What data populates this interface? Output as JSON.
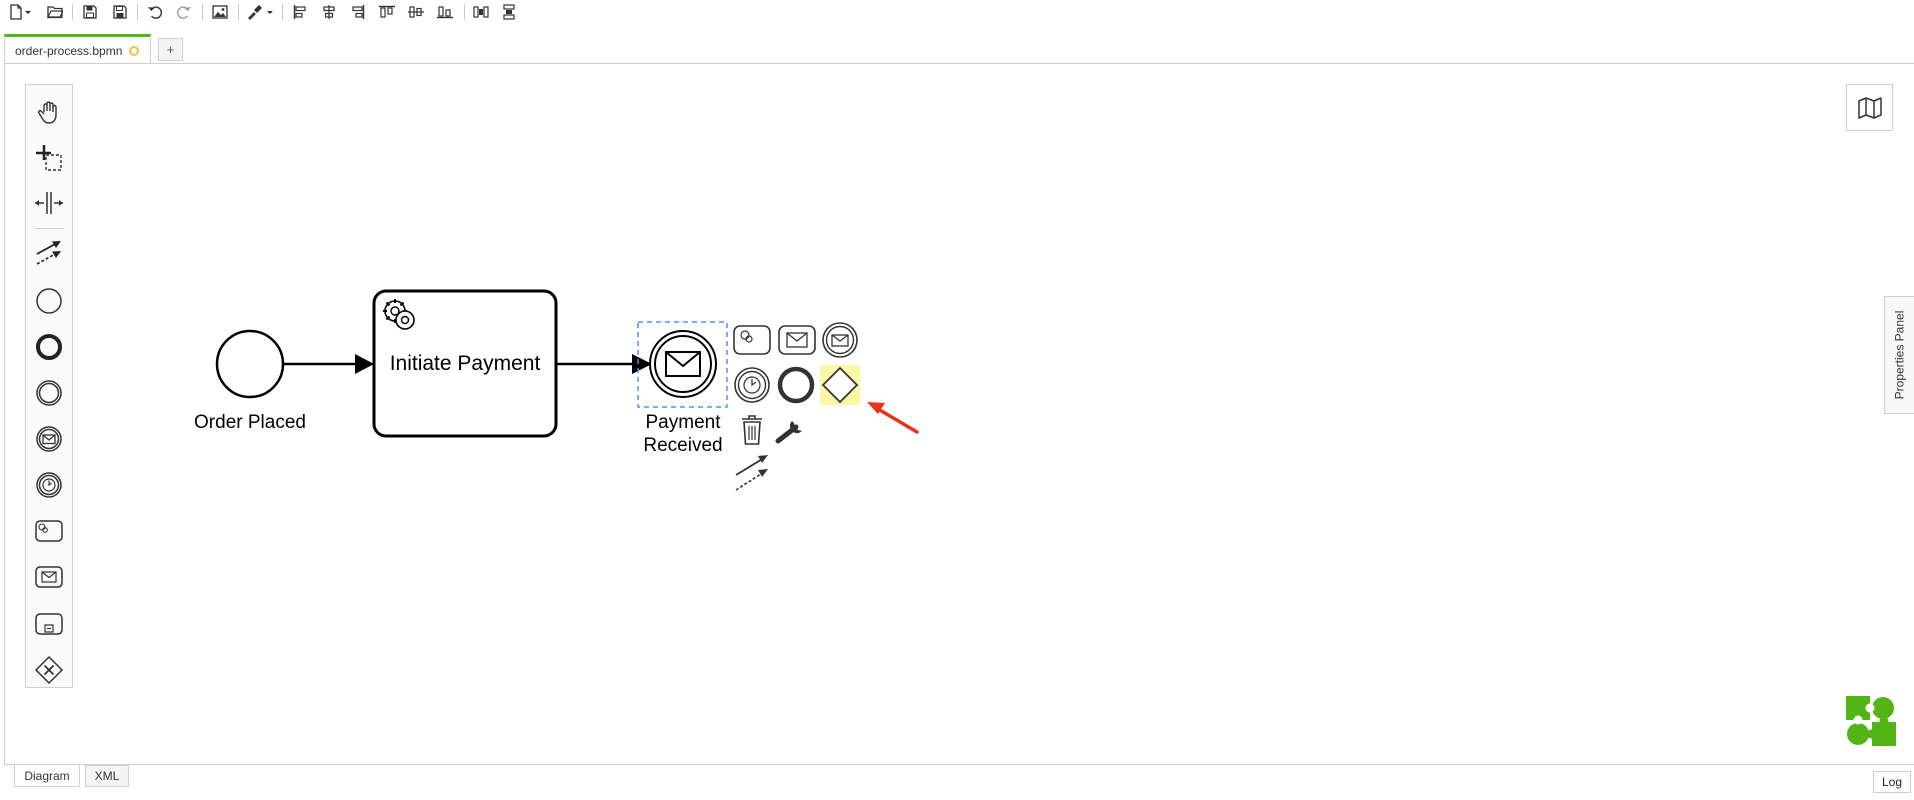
{
  "toolbar": {
    "items": [
      "new-file-icon",
      "open-folder-icon",
      "save-icon",
      "save-as-icon",
      "undo-icon",
      "redo-icon",
      "export-image-icon",
      "color-picker-icon",
      "align-left-icon",
      "align-center-icon",
      "align-right-icon",
      "align-top-icon",
      "align-middle-icon",
      "align-bottom-icon",
      "distribute-horizontal-icon",
      "distribute-vertical-icon"
    ]
  },
  "tabs": [
    {
      "label": "order-process.bpmn",
      "active": true,
      "unsaved": true
    }
  ],
  "tab_add_label": "+",
  "palette": {
    "tools": [
      "hand-tool",
      "lasso-tool",
      "space-tool",
      "global-connect-tool",
      "create-start-event",
      "create-end-event",
      "create-intermediate-event",
      "create-message-event",
      "create-timer-event",
      "create-service-task",
      "create-send-task",
      "create-subprocess",
      "create-gateway"
    ]
  },
  "diagram": {
    "start_event_label": "Order Placed",
    "task_label": "Initiate Payment",
    "catch_event_label_line1": "Payment",
    "catch_event_label_line2": "Received"
  },
  "context_pad": {
    "items": [
      "service-task",
      "send-task",
      "message-catch-event",
      "timer-event",
      "end-event",
      "exclusive-gateway",
      "delete",
      "wrench",
      "connect"
    ],
    "highlighted": "exclusive-gateway"
  },
  "properties_panel_label": "Properties Panel",
  "bottom_tabs": [
    "Diagram",
    "XML"
  ],
  "log_label": "Log",
  "colors": {
    "accent": "#52b415",
    "selection": "#4d90fe",
    "highlight": "#fdf7a5",
    "arrow": "#e8321e",
    "unsaved": "#f0c040"
  }
}
